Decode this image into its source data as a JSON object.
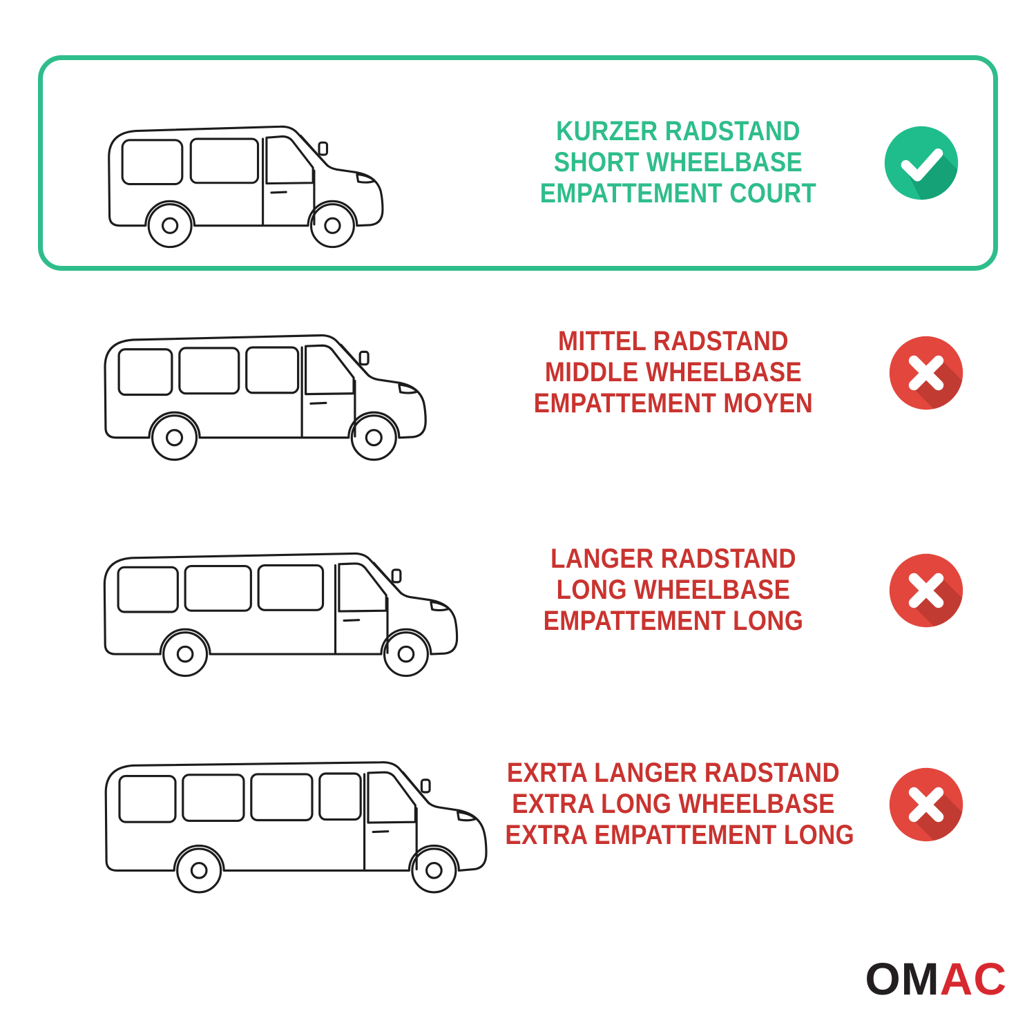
{
  "colors": {
    "highlight_green": "#2EBD8B",
    "text_green": "#2EBD8B",
    "text_red": "#C9332F",
    "check_circle": "#1FBD8C",
    "check_shadow": "#149D73",
    "cross_circle": "#E2463D",
    "cross_shadow": "#BF3A31",
    "line_art": "#1C1C1C",
    "logo_black": "#231F20",
    "logo_red": "#D7282F"
  },
  "rows": [
    {
      "name": "short-wheelbase",
      "highlighted": true,
      "status": "compatible",
      "status_icon": "check-icon",
      "lines": [
        "KURZER RADSTAND",
        "SHORT WHEELBASE",
        "EMPATTEMENT COURT"
      ]
    },
    {
      "name": "middle-wheelbase",
      "highlighted": false,
      "status": "incompatible",
      "status_icon": "cross-icon",
      "lines": [
        "MITTEL RADSTAND",
        "MIDDLE WHEELBASE",
        "EMPATTEMENT MOYEN"
      ]
    },
    {
      "name": "long-wheelbase",
      "highlighted": false,
      "status": "incompatible",
      "status_icon": "cross-icon",
      "lines": [
        "LANGER RADSTAND",
        "LONG WHEELBASE",
        "EMPATTEMENT LONG"
      ]
    },
    {
      "name": "extra-long-wheelbase",
      "highlighted": false,
      "status": "incompatible",
      "status_icon": "cross-icon",
      "lines": [
        "EXRTA LANGER RADSTAND",
        "EXTRA LONG WHEELBASE",
        "EXTRA EMPATTEMENT LONG"
      ]
    }
  ],
  "logo": {
    "black": "OM",
    "red": "AC"
  }
}
